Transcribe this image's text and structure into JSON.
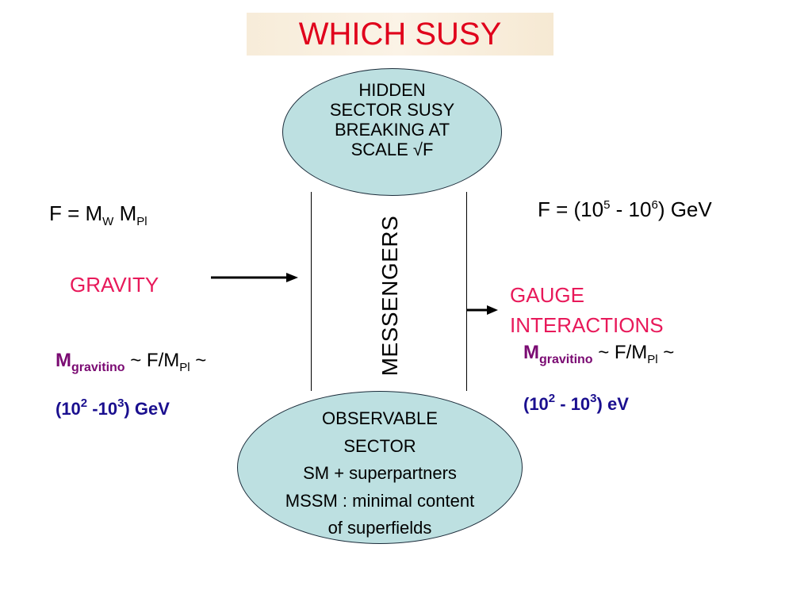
{
  "title": "WHICH SUSY",
  "hidden_sector": {
    "lines": [
      "HIDDEN",
      "SECTOR SUSY",
      "BREAKING AT",
      "SCALE √F"
    ]
  },
  "observable_sector": {
    "lines": [
      "OBSERVABLE",
      "SECTOR",
      "SM + superpartners",
      "MSSM  :  minimal content",
      "of superfields"
    ]
  },
  "messengers_label": "MESSENGERS",
  "left": {
    "formula_main": "F = M",
    "formula_sub1": "W",
    "formula_mid": " M",
    "formula_sub2": "Pl",
    "mechanism": "GRAVITY",
    "gravitino_m": "M",
    "gravitino_sub": "gravitino",
    "gravitino_rest": " ~ F/M",
    "gravitino_pl": "Pl",
    "gravitino_tail": " ~",
    "range_open": "(10",
    "range_exp1": "2",
    "range_mid": " -10",
    "range_exp2": "3",
    "range_close": ") GeV"
  },
  "right": {
    "formula_main": "F = (10",
    "formula_exp1": "5",
    "formula_mid": " - 10",
    "formula_exp2": "6",
    "formula_close": ") GeV",
    "mechanism_line1": "GAUGE",
    "mechanism_line2": "INTERACTIONS",
    "gravitino_m": "M",
    "gravitino_sub": "gravitino",
    "gravitino_rest": " ~ F/M",
    "gravitino_pl": "Pl",
    "gravitino_tail": " ~",
    "range_open": "(10",
    "range_exp1": "2",
    "range_mid": " - 10",
    "range_exp2": "3",
    "range_close": ") eV"
  },
  "colors": {
    "title": "#e0001b",
    "mechanism": "#e8195a",
    "gravitino": "#7a0a72",
    "range": "#1a0f8f",
    "ellipse_fill": "#bde0e1"
  }
}
